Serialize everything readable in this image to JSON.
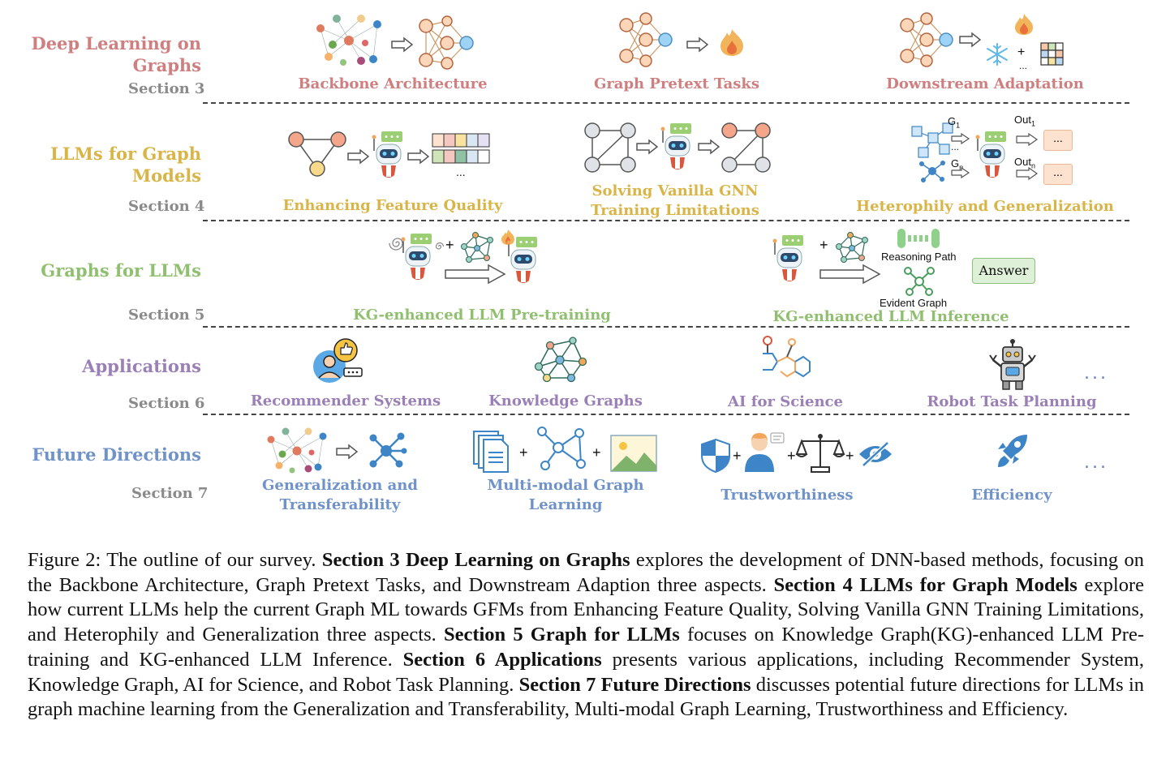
{
  "rows": [
    {
      "title": "Deep Learning on Graphs",
      "section": "Section 3",
      "color": "#cf7f7f",
      "items": [
        "Backbone Architecture",
        "Graph Pretext Tasks",
        "Downstream Adaptation"
      ]
    },
    {
      "title": "LLMs for Graph Models",
      "section": "Section 4",
      "color": "#d9b547",
      "items": [
        "Enhancing Feature Quality",
        "Solving Vanilla GNN Training Limitations",
        "Heterophily and Generalization"
      ]
    },
    {
      "title": "Graphs for LLMs",
      "section": "Section 5",
      "color": "#8fbf6f",
      "items": [
        "KG-enhanced LLM  Pre-training",
        "KG-enhanced LLM  Inference"
      ]
    },
    {
      "title": "Applications",
      "section": "Section 6",
      "color": "#9b7fb7",
      "items": [
        "Recommender Systems",
        "Knowledge Graphs",
        "AI for Science",
        "Robot Task Planning"
      ]
    },
    {
      "title": "Future Directions",
      "section": "Section 7",
      "color": "#6f93c9",
      "items": [
        "Generalization and Transferability",
        "Multi-modal Graph Learning",
        "Trustworthiness",
        "Efficiency"
      ]
    }
  ],
  "labels": {
    "r1": {
      "title1": "Deep Learning on",
      "title2": "Graphs"
    },
    "r2": {
      "title1": "LLMs for Graph",
      "title2": "Models",
      "item2_line1": "Solving Vanilla GNN",
      "item2_line2": "Training Limitations"
    },
    "r5": {
      "title": "Future Directions",
      "item1_line1": "Generalization and",
      "item1_line2": "Transferability",
      "item2_line1": "Multi-modal Graph",
      "item2_line2": "Learning"
    }
  },
  "small": {
    "g1": "G",
    "g1_sub": "1",
    "gn": "G",
    "gn_sub": "n",
    "out1": "Out",
    "out1_sub": "1",
    "outn": "Out",
    "outn_sub": "n",
    "box": "...",
    "dots": "...",
    "plus": "+",
    "ellipsis": "...",
    "reasoning_path": "Reasoning Path",
    "evident_graph": "Evident Graph",
    "answer": "Answer"
  },
  "caption": {
    "fig": "Figure 2: The outline of our survey. ",
    "s3_bold": "Section 3 Deep Learning on Graphs",
    "s3": " explores the development of DNN-based methods, focusing on the Backbone Architecture, Graph Pretext Tasks, and Downstream Adaption three aspects. ",
    "s4_bold": "Section 4 LLMs for Graph Models",
    "s4": " explore how current LLMs help the current Graph ML towards GFMs from Enhancing Feature Quality, Solving Vanilla GNN Training Limitations, and Heterophily and Generalization three aspects. ",
    "s5_bold": "Section 5 Graph for LLMs",
    "s5": " focuses on Knowledge Graph(KG)-enhanced LLM Pre-training and KG-enhanced LLM Inference. ",
    "s6_bold": "Section 6 Applications",
    "s6": " presents various applications, including Recommender System, Knowledge Graph, AI for Science, and Robot Task Planning. ",
    "s7_bold": "Section 7 Future Directions",
    "s7": " discusses potential future directions for LLMs in graph machine learning from the Generalization and Transferability, Multi-modal Graph Learning, Trustworthiness and Efficiency."
  }
}
